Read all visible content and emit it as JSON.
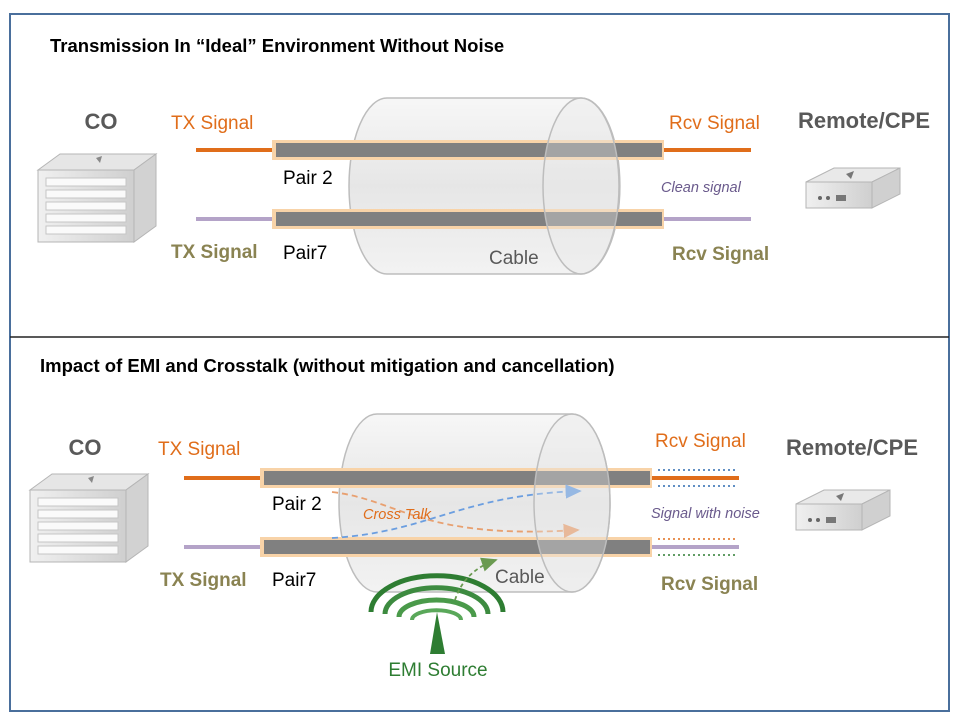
{
  "colors": {
    "frame": "#4a6f9c",
    "orange": "#e06d1a",
    "olive": "#8a8352",
    "purple": "#b4a3c8",
    "core": "#808080",
    "glow": "#f8d3a8",
    "label_gray": "#595959",
    "italic_purple": "#6a5a8c",
    "crosstalk_blue": "#5b8fd6",
    "emi_green": "#2e7d32"
  },
  "top": {
    "title": "Transmission In “Ideal” Environment Without Noise",
    "co_label": "CO",
    "remote_label": "Remote/CPE",
    "tx_signal_1": "TX Signal",
    "tx_signal_2": "TX Signal",
    "rcv_signal_1": "Rcv Signal",
    "rcv_signal_2": "Rcv Signal",
    "pair_a": "Pair 2",
    "pair_b": "Pair7",
    "cable": "Cable",
    "clean_signal": "Clean signal"
  },
  "bottom": {
    "title": "Impact of EMI and Crosstalk (without mitigation and cancellation)",
    "co_label": "CO",
    "remote_label": "Remote/CPE",
    "tx_signal_1": "TX Signal",
    "tx_signal_2": "TX Signal",
    "rcv_signal_1": "Rcv Signal",
    "rcv_signal_2": "Rcv Signal",
    "pair_a": "Pair 2",
    "pair_b": "Pair7",
    "cable": "Cable",
    "crosstalk": "Cross Talk",
    "signal_noise": "Signal with noise",
    "emi_source": "EMI Source"
  }
}
